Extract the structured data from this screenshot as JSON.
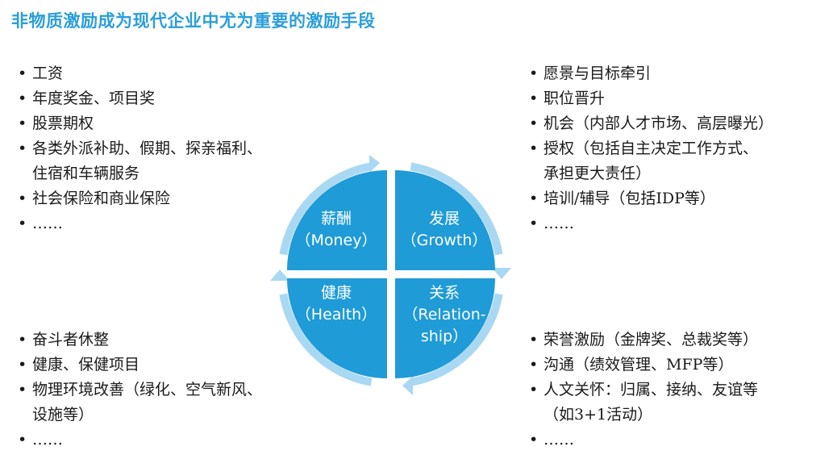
{
  "title": "非物质激励成为现代企业中尤为重要的激励手段",
  "top_left": [
    "工资",
    "年度奖金、项目奖",
    "股票期权",
    "各类外派补助、假期、探亲福利、",
    "住宿和车辆服务",
    "社会保险和商业保险",
    "……"
  ],
  "top_right": [
    "愿景与目标牵引",
    "职位晋升",
    "机会（内部人才市场、高层曝光）",
    "授权（包括自主决定工作方式、",
    "承担更大责任）",
    "培训/辅导（包括IDP等）",
    "……"
  ],
  "bottom_left": [
    "奋斗者休整",
    "健康、保健项目",
    "物理环境改善（绿化、空气新风、",
    "设施等）",
    "……"
  ],
  "bottom_right": [
    "荣誉激励（金牌奖、总裁奖等）",
    "沟通（绩效管理、MFP等）",
    "人文关怀：归属、接纳、友谊等",
    "（如3+1活动）",
    "……"
  ],
  "quadrants": {
    "money": {
      "name": "薪酬",
      "en": "（Money）"
    },
    "growth": {
      "name": "发展",
      "en": "（Growth）"
    },
    "health": {
      "name": "健康",
      "en": "（Health）"
    },
    "relationship": {
      "name": "关系",
      "en1": "（Relation-",
      "en2": "ship）"
    }
  },
  "colors": {
    "title": "#2b9ed9",
    "quadrant": "#1f9bd7",
    "ring": "#a9d8f3"
  }
}
